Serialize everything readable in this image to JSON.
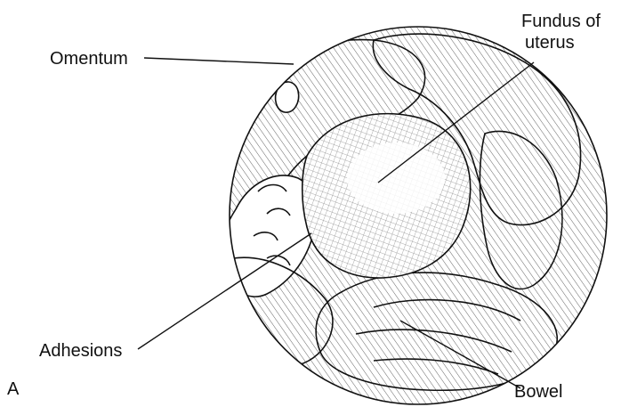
{
  "figure": {
    "panel_letter": "A",
    "labels": {
      "omentum": "Omentum",
      "fundus_line1": "Fundus of",
      "fundus_line2": "uterus",
      "adhesions": "Adhesions",
      "bowel": "Bowel"
    }
  }
}
